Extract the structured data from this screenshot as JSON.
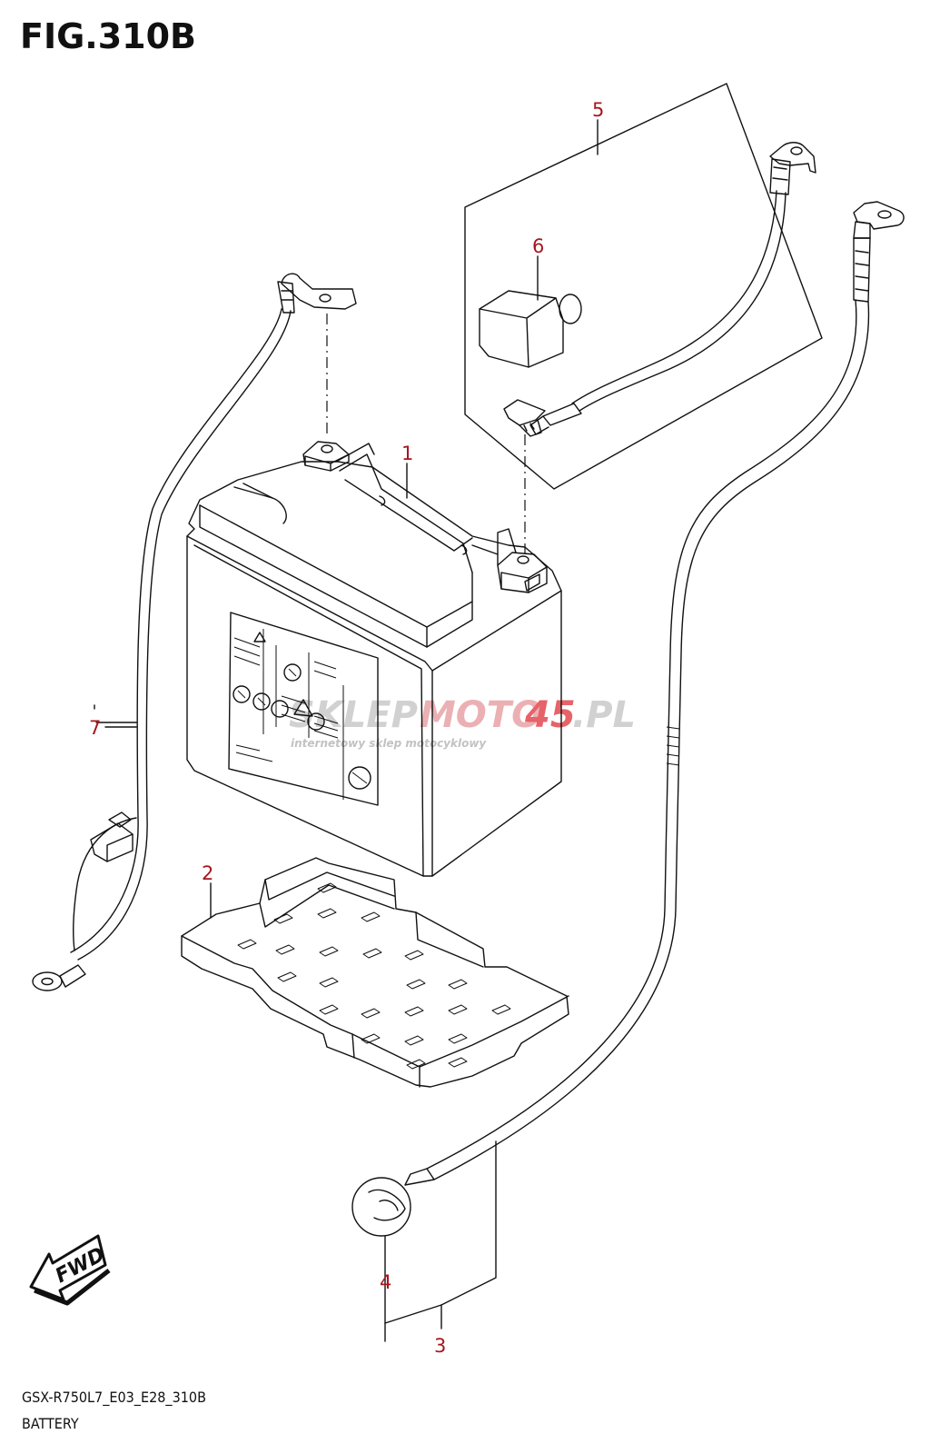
{
  "figure_title": "FIG.310B",
  "model_code": "GSX-R750L7_E03_E28_310B",
  "section_name": "BATTERY",
  "fwd_label": "FWD",
  "watermark": {
    "main_a": "SKLEP",
    "main_b": "MOTO",
    "main_c": "45",
    "main_d": ".PL",
    "sub": "internetowy sklep motocyklowy"
  },
  "callouts": [
    {
      "id": "1",
      "part": "battery"
    },
    {
      "id": "2",
      "part": "battery-tray"
    },
    {
      "id": "3",
      "part": "negative-cable-set"
    },
    {
      "id": "4",
      "part": "terminal-cap"
    },
    {
      "id": "5",
      "part": "positive-cable-set"
    },
    {
      "id": "6",
      "part": "terminal-cover"
    },
    {
      "id": "7",
      "part": "ground-lead"
    }
  ],
  "colors": {
    "callout": "#a6171f",
    "line": "#111111",
    "watermark_red": "#e2484f",
    "watermark_gray": "#c9c9c9"
  }
}
